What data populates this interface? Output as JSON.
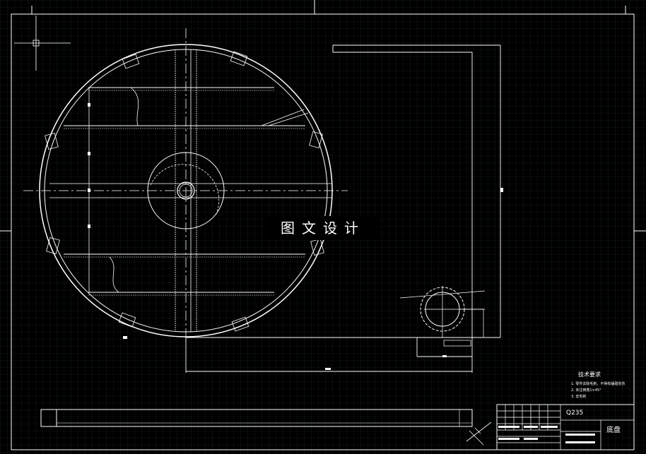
{
  "watermark": "图文设计",
  "technical_requirements": {
    "title": "技术要求",
    "items": [
      "1. 零件去除毛刺，不得有磕碰划伤",
      "2. 未注倒角1×45°",
      "3. 去毛刺"
    ]
  },
  "title_block": {
    "material": "Q235",
    "part_name": "底盘"
  },
  "colors": {
    "background": "#000000",
    "grid": "#1a2a2a",
    "lines": "#ffffff",
    "dim": "#bbbbbb"
  }
}
